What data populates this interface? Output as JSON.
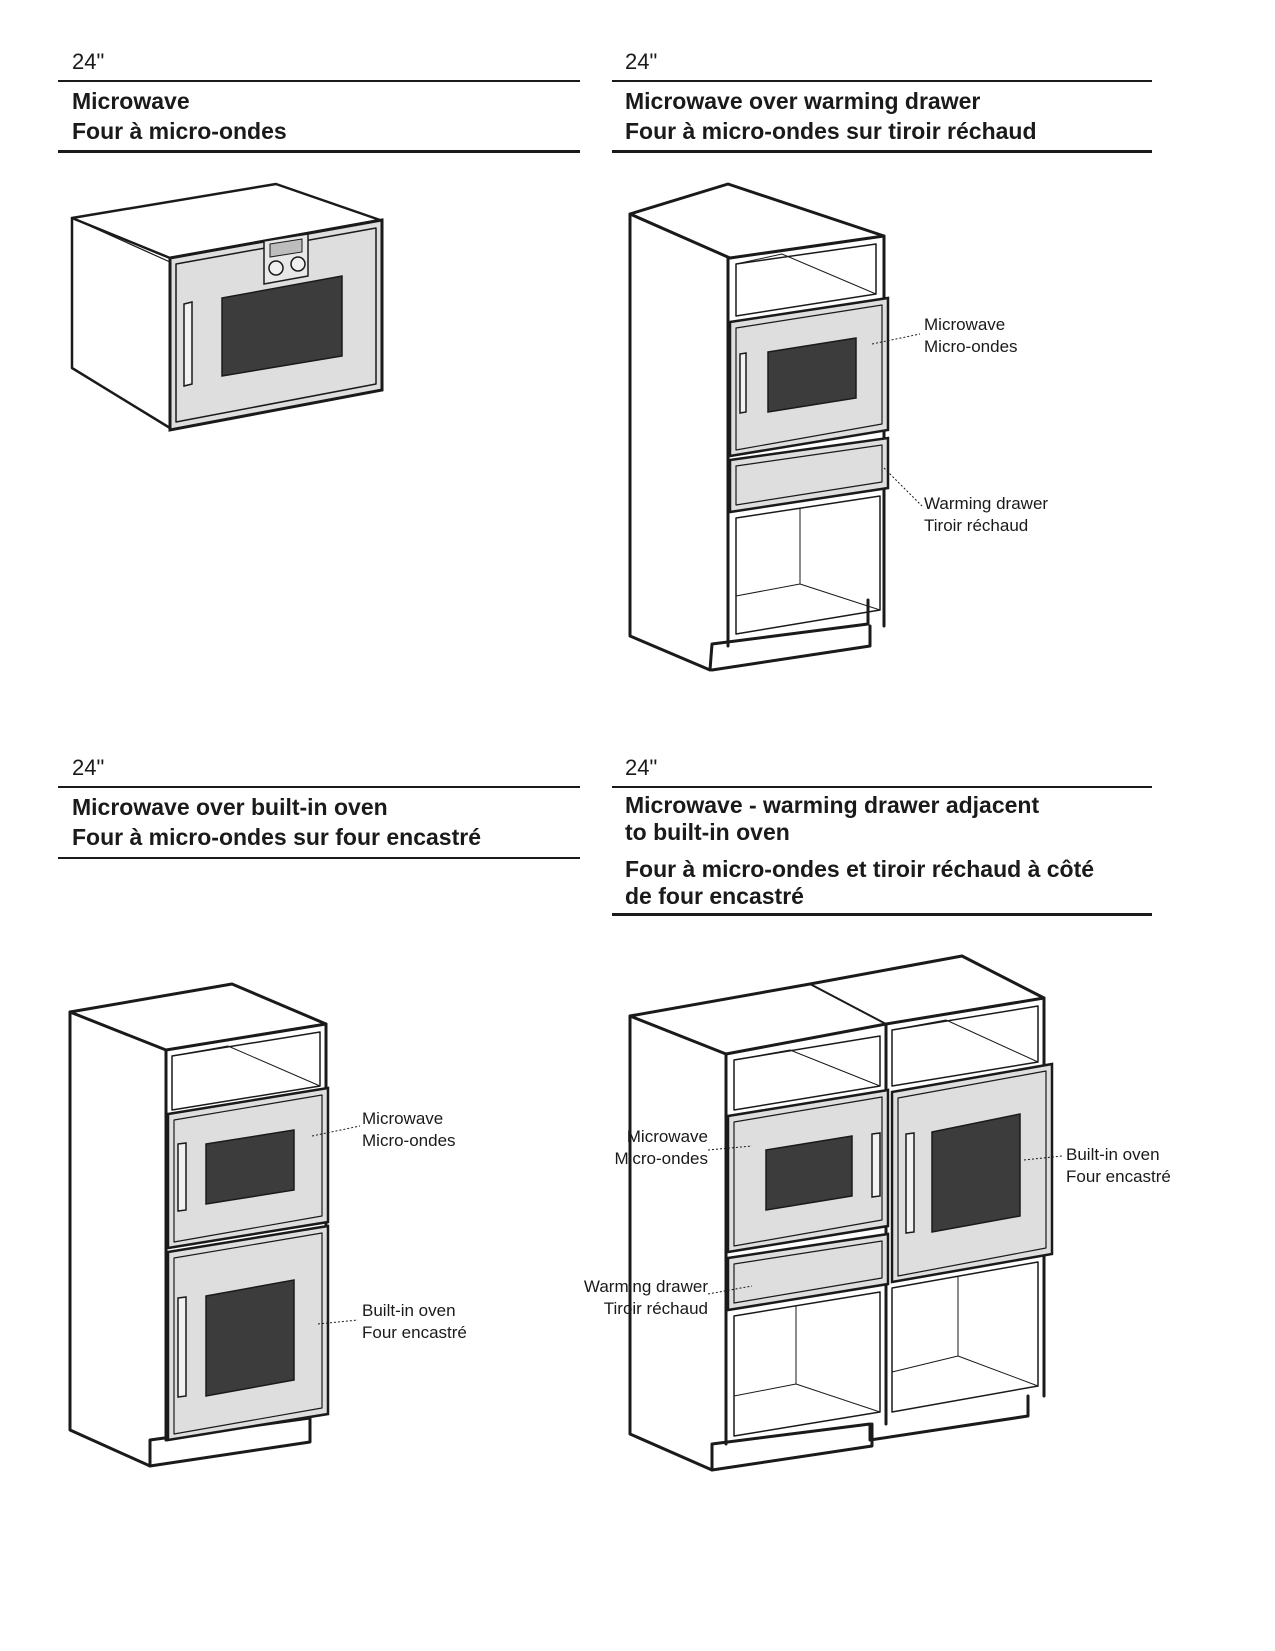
{
  "panels": [
    {
      "size": "24\"",
      "title_en": "Microwave",
      "title_fr": "Four à micro-ondes"
    },
    {
      "size": "24\"",
      "title_en": "Microwave over warming drawer",
      "title_fr": "Four à micro-ondes sur tiroir réchaud",
      "callouts": {
        "microwave_en": "Microwave",
        "microwave_fr": "Micro-ondes",
        "drawer_en": "Warming drawer",
        "drawer_fr": "Tiroir réchaud"
      }
    },
    {
      "size": "24\"",
      "title_en": "Microwave over built-in oven",
      "title_fr": "Four à micro-ondes sur four encastré",
      "callouts": {
        "microwave_en": "Microwave",
        "microwave_fr": "Micro-ondes",
        "oven_en": "Built-in oven",
        "oven_fr": "Four encastré"
      }
    },
    {
      "size": "24\"",
      "title_en_1": "Microwave - warming drawer adjacent",
      "title_en_2": "to built-in oven",
      "title_fr_1": "Four à micro-ondes et tiroir réchaud à côté",
      "title_fr_2": "de four encastré",
      "callouts": {
        "microwave_en": "Microwave",
        "microwave_fr": "Micro-ondes",
        "drawer_en": "Warming drawer",
        "drawer_fr": "Tiroir réchaud",
        "oven_en": "Built-in oven",
        "oven_fr": "Four encastré"
      }
    }
  ]
}
